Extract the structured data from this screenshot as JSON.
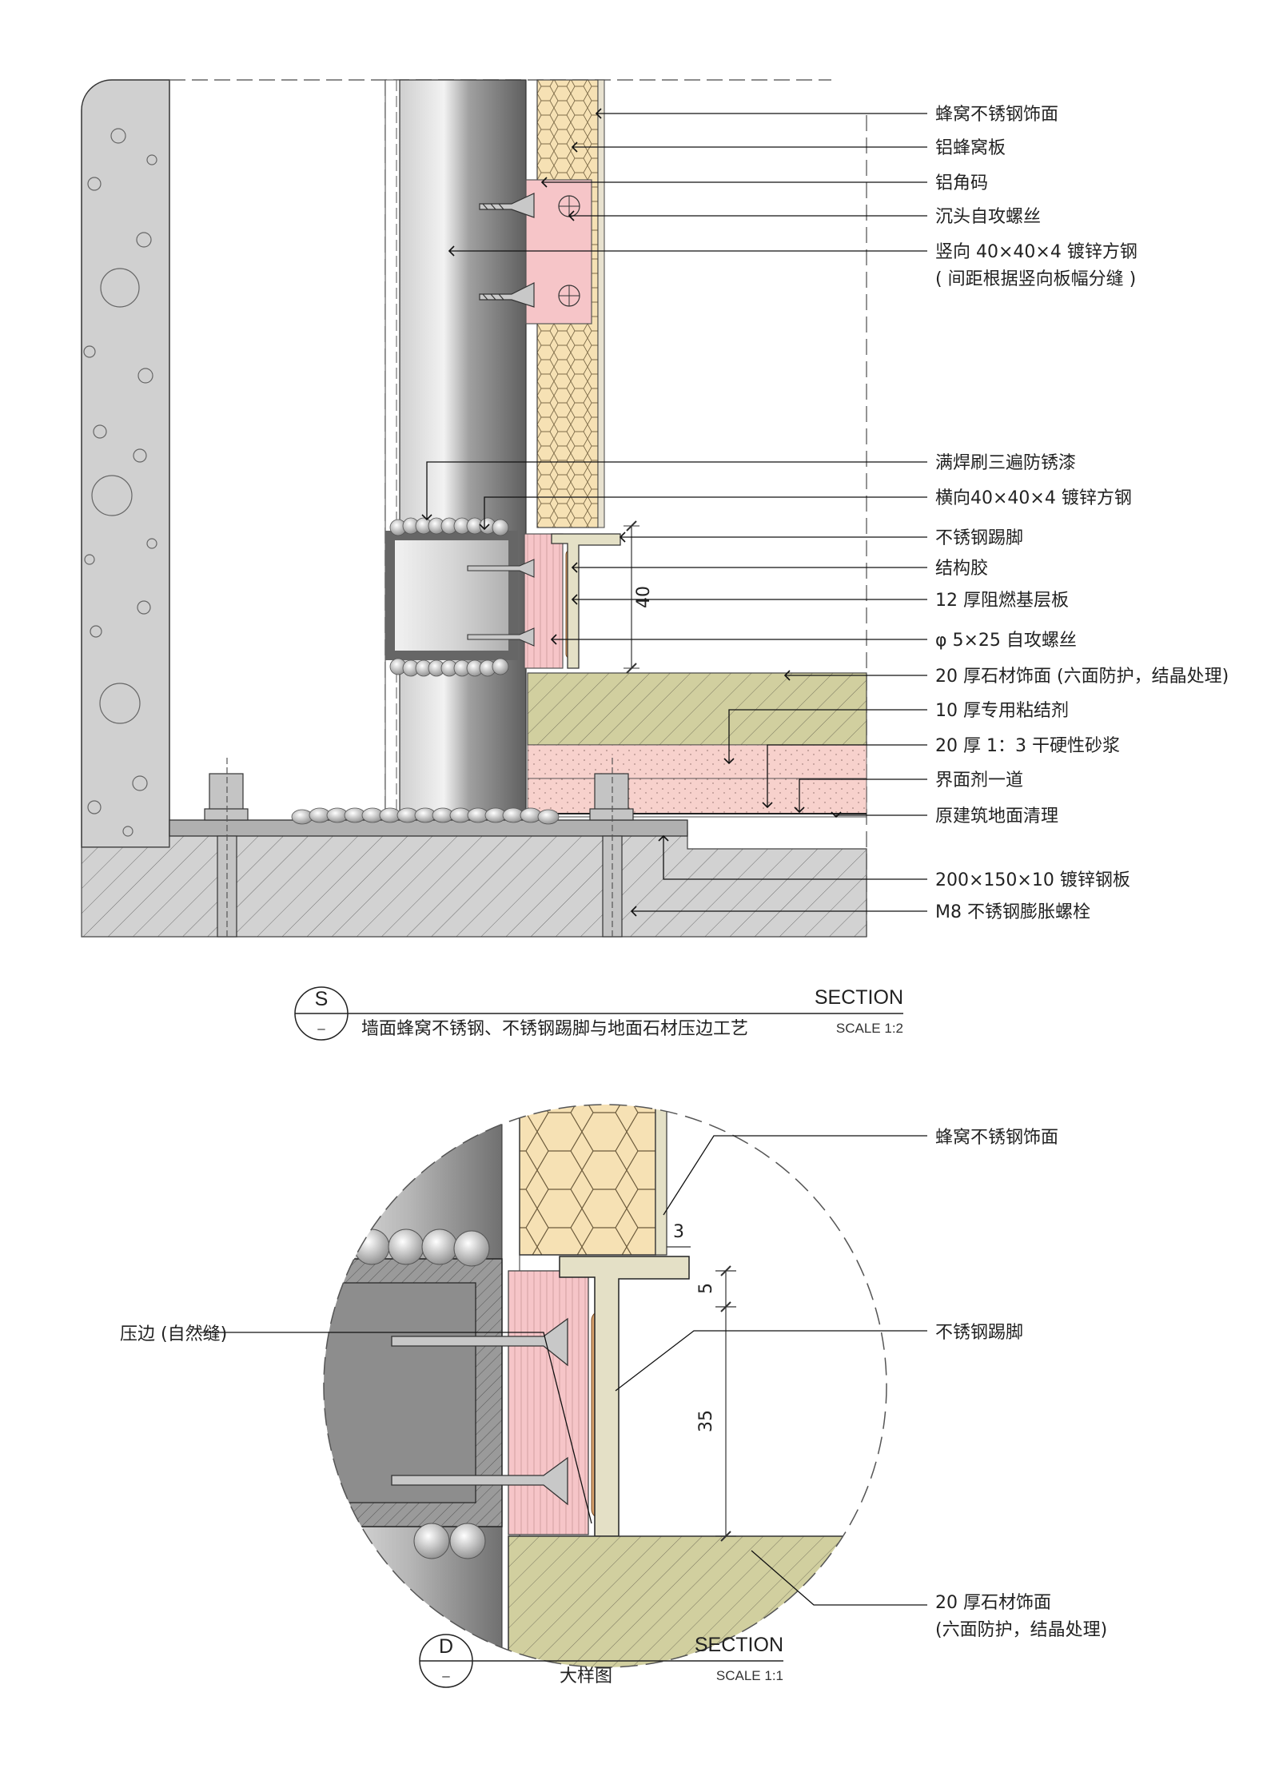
{
  "section_s": {
    "labels": [
      "蜂窝不锈钢饰面",
      "铝蜂窝板",
      "铝角码",
      "沉头自攻螺丝",
      "竖向 40×40×4 镀锌方钢",
      "( 间距根据竖向板幅分缝 )",
      "满焊刷三遍防锈漆",
      "横向40×40×4 镀锌方钢",
      "不锈钢踢脚",
      "结构胶",
      "12 厚阻燃基层板",
      "φ 5×25 自攻螺丝",
      "20 厚石材饰面 (六面防护，结晶处理)",
      "10 厚专用粘结剂",
      "20 厚 1：3 干硬性砂浆",
      "界面剂一道",
      "原建筑地面清理",
      "200×150×10 镀锌钢板",
      "M8 不锈钢膨胀螺栓"
    ],
    "dim": "40",
    "symbol": "S",
    "symbol_sub": "–",
    "title_en": "SECTION",
    "title_cn": "墙面蜂窝不锈钢、不锈钢踢脚与地面石材压边工艺",
    "scale": "SCALE 1:2"
  },
  "section_d": {
    "label_left": "压边 (自然缝)",
    "label_top": "蜂窝不锈钢饰面",
    "label_mid": "不锈钢踢脚",
    "label_bot1": "20 厚石材饰面",
    "label_bot2": "(六面防护，结晶处理)",
    "dim3": "3",
    "dim5": "5",
    "dim35": "35",
    "symbol": "D",
    "symbol_sub": "–",
    "title_en": "SECTION",
    "title_cn": "大样图",
    "scale": "SCALE 1:1"
  },
  "colors": {
    "honeycomb": "#f6e1b4",
    "pink": "#f6c5c8",
    "stone": "#d1cf9f",
    "mortar": "#f7d1cc",
    "concrete": "#d0d0d0",
    "column": "#8c8c8c"
  }
}
